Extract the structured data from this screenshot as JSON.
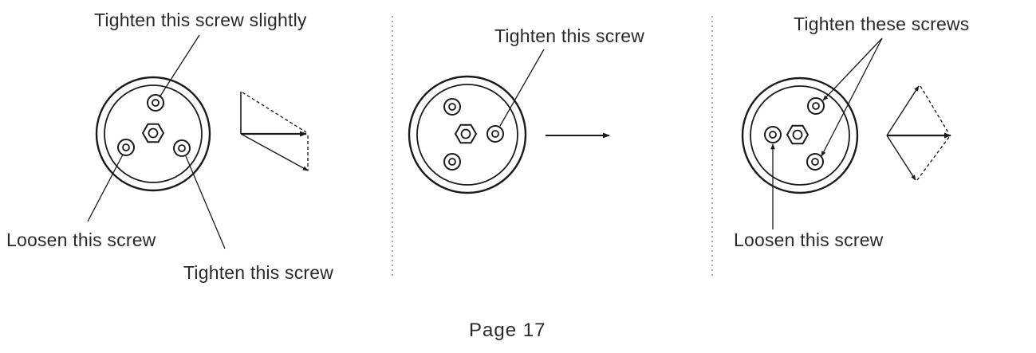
{
  "panels": [
    {
      "labels": {
        "top": "Tighten this screw slightly",
        "bottom_left": "Loosen this screw",
        "bottom_right": "Tighten this screw"
      }
    },
    {
      "labels": {
        "top": "Tighten this screw"
      }
    },
    {
      "labels": {
        "top": "Tighten these screws",
        "bottom": "Loosen this screw"
      }
    }
  ],
  "footer": {
    "page": "Page 17"
  }
}
